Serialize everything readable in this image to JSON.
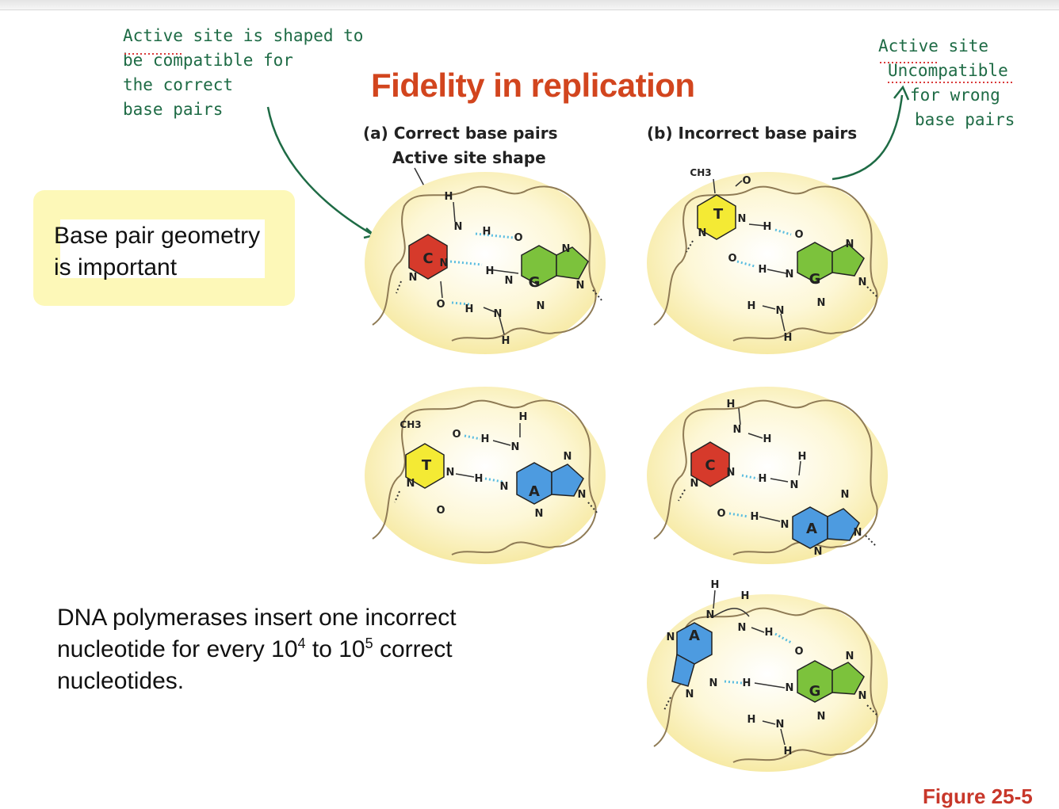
{
  "title": "Fidelity in replication",
  "panels": {
    "correct": {
      "label": "(a)  Correct base pairs",
      "sublabel": "Active site shape"
    },
    "incorrect": {
      "label": "(b)  Incorrect base pairs"
    }
  },
  "callout": {
    "text_line1": "Base pair geometry",
    "text_line2": "is important"
  },
  "note": {
    "prefix": "DNA polymerases insert one incorrect nucleotide for every 10",
    "exp1": "4",
    "mid": " to 10",
    "exp2": "5",
    "suffix": " correct nucleotides."
  },
  "figure_label": "Figure 25-5",
  "handwriting": {
    "left": [
      "Active site is shaped to",
      "be compatible for",
      "the correct",
      "base pairs"
    ],
    "right": [
      "Active site",
      "Uncompatible",
      "for wrong",
      "base pairs"
    ]
  },
  "atom_labels": {
    "n": "N",
    "h": "H",
    "o": "O",
    "ch3": "CH3"
  },
  "bases": {
    "C": "C",
    "G": "G",
    "T": "T",
    "A": "A"
  },
  "colors": {
    "title": "#d2451e",
    "handwriting": "#1e6b45",
    "cytosine": "#d63a2b",
    "guanine": "#7cc23c",
    "thymine": "#f4ea34",
    "adenine": "#4d9be0",
    "active_site": "#fbf1b6",
    "hbond": "#5bbde0",
    "callout": "#fdf8b8"
  }
}
